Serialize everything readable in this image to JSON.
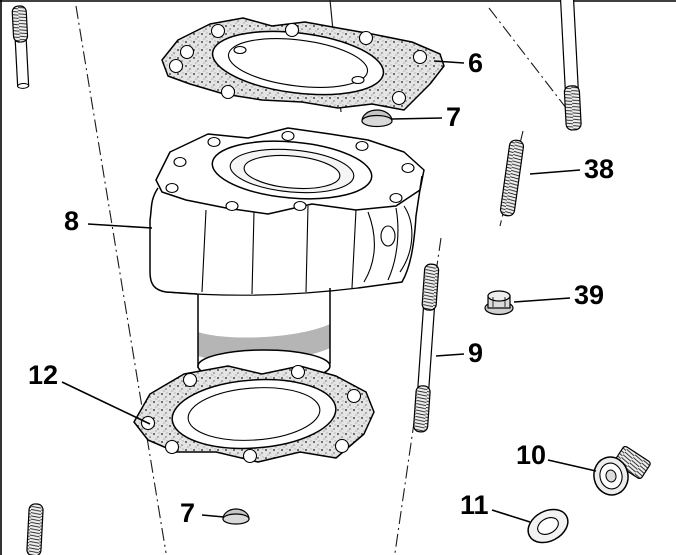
{
  "page": {
    "type": "exploded-parts-diagram",
    "background_color": "#ffffff",
    "line_color": "#1a1a1a",
    "gasket_speckle_color": "#4a4a4a",
    "metal_fill_color": "#c9c9c9"
  },
  "callouts": [
    {
      "id": "callout-6",
      "label": "6"
    },
    {
      "id": "callout-7-top",
      "label": "7"
    },
    {
      "id": "callout-38",
      "label": "38"
    },
    {
      "id": "callout-8",
      "label": "8"
    },
    {
      "id": "callout-39",
      "label": "39"
    },
    {
      "id": "callout-9",
      "label": "9"
    },
    {
      "id": "callout-12",
      "label": "12"
    },
    {
      "id": "callout-10",
      "label": "10"
    },
    {
      "id": "callout-11",
      "label": "11"
    },
    {
      "id": "callout-7-bottom",
      "label": "7"
    }
  ]
}
